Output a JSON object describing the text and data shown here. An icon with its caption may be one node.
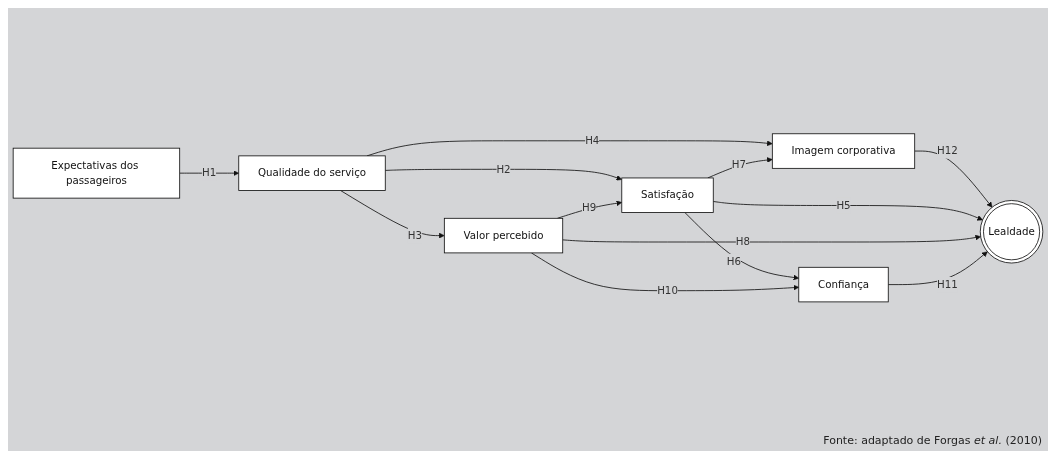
{
  "diagram": {
    "caption": "Fonte: adaptado de Forgas *et al.* (2010)",
    "nodes": [
      {
        "text": [
          "Expectativas dos passageiros"
        ]
      },
      {
        "text": [
          "Qualidade do serviço"
        ]
      },
      {
        "text": [
          "Imagem corporativa"
        ]
      },
      {
        "text": [
          "Satisfação"
        ]
      },
      {
        "text": [
          "Valor percebido"
        ]
      },
      {
        "text": [
          "Lealdade"
        ]
      },
      {
        "text": [
          "Confiança"
        ]
      }
    ],
    "edges": [
      {
        "from": 0,
        "to": 1,
        "arrow": "to",
        "label": "H1"
      },
      {
        "from": 1,
        "to": 2,
        "arrow": "to",
        "label": "H4"
      },
      {
        "from": 1,
        "to": 3,
        "arrow": "to",
        "label": "H2"
      },
      {
        "from": 1,
        "to": 4,
        "arrow": "to",
        "label": "H3"
      },
      {
        "from": 3,
        "to": 2,
        "arrow": "to",
        "label": "H7"
      },
      {
        "from": 2,
        "to": 5,
        "arrow": "to",
        "label": "H12"
      },
      {
        "from": 3,
        "to": 5,
        "arrow": "to",
        "label": "H5"
      },
      {
        "from": 4,
        "to": 3,
        "arrow": "to",
        "label": "H9"
      },
      {
        "from": 3,
        "to": 6,
        "arrow": "to",
        "label": "H6"
      },
      {
        "from": 4,
        "to": 5,
        "arrow": "to",
        "label": "H8"
      },
      {
        "from": 4,
        "to": 6,
        "arrow": "to",
        "label": "H10"
      },
      {
        "from": 6,
        "to": 5,
        "arrow": "to",
        "label": "H11"
      }
    ]
  }
}
